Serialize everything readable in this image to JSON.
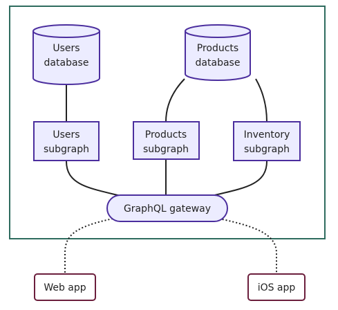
{
  "colors": {
    "node_fill": "#ECECFF",
    "node_stroke": "#4B2E9E",
    "client_fill": "#FFFFFF",
    "client_stroke": "#6B1E3C",
    "container_stroke": "#2E6B5E",
    "edge": "#222222",
    "text": "#222222"
  },
  "nodes": {
    "users_db": {
      "line1": "Users",
      "line2": "database"
    },
    "products_db": {
      "line1": "Products",
      "line2": "database"
    },
    "users_subgraph": {
      "line1": "Users",
      "line2": "subgraph"
    },
    "products_subgraph": {
      "line1": "Products",
      "line2": "subgraph"
    },
    "inventory_subgraph": {
      "line1": "Inventory",
      "line2": "subgraph"
    },
    "gateway": {
      "label": "GraphQL gateway"
    },
    "web_app": {
      "label": "Web app"
    },
    "ios_app": {
      "label": "iOS app"
    }
  }
}
